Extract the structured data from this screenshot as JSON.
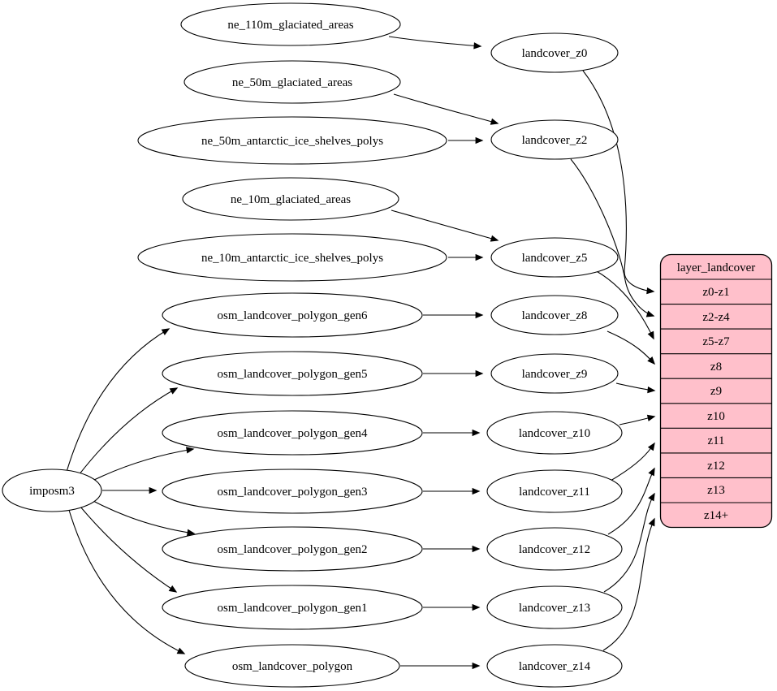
{
  "diagram": {
    "importer": {
      "label": "imposm3"
    },
    "sources": [
      {
        "label": "ne_110m_glaciated_areas"
      },
      {
        "label": "ne_50m_glaciated_areas"
      },
      {
        "label": "ne_50m_antarctic_ice_shelves_polys"
      },
      {
        "label": "ne_10m_glaciated_areas"
      },
      {
        "label": "ne_10m_antarctic_ice_shelves_polys"
      },
      {
        "label": "osm_landcover_polygon_gen6"
      },
      {
        "label": "osm_landcover_polygon_gen5"
      },
      {
        "label": "osm_landcover_polygon_gen4"
      },
      {
        "label": "osm_landcover_polygon_gen3"
      },
      {
        "label": "osm_landcover_polygon_gen2"
      },
      {
        "label": "osm_landcover_polygon_gen1"
      },
      {
        "label": "osm_landcover_polygon"
      }
    ],
    "intermediates": [
      {
        "label": "landcover_z0"
      },
      {
        "label": "landcover_z2"
      },
      {
        "label": "landcover_z5"
      },
      {
        "label": "landcover_z8"
      },
      {
        "label": "landcover_z9"
      },
      {
        "label": "landcover_z10"
      },
      {
        "label": "landcover_z11"
      },
      {
        "label": "landcover_z12"
      },
      {
        "label": "landcover_z13"
      },
      {
        "label": "landcover_z14"
      }
    ],
    "layer_table": {
      "title": "layer_landcover",
      "fill_color": "#ffc0cb",
      "rows": [
        {
          "label": "z0-z1"
        },
        {
          "label": "z2-z4"
        },
        {
          "label": "z5-z7"
        },
        {
          "label": "z8"
        },
        {
          "label": "z9"
        },
        {
          "label": "z10"
        },
        {
          "label": "z11"
        },
        {
          "label": "z12"
        },
        {
          "label": "z13"
        },
        {
          "label": "z14+"
        }
      ]
    },
    "edges": [
      {
        "from": "imposm3",
        "to": "osm_landcover_polygon_gen6"
      },
      {
        "from": "imposm3",
        "to": "osm_landcover_polygon_gen5"
      },
      {
        "from": "imposm3",
        "to": "osm_landcover_polygon_gen4"
      },
      {
        "from": "imposm3",
        "to": "osm_landcover_polygon_gen3"
      },
      {
        "from": "imposm3",
        "to": "osm_landcover_polygon_gen2"
      },
      {
        "from": "imposm3",
        "to": "osm_landcover_polygon_gen1"
      },
      {
        "from": "imposm3",
        "to": "osm_landcover_polygon"
      },
      {
        "from": "ne_110m_glaciated_areas",
        "to": "landcover_z0"
      },
      {
        "from": "ne_50m_glaciated_areas",
        "to": "landcover_z2"
      },
      {
        "from": "ne_50m_antarctic_ice_shelves_polys",
        "to": "landcover_z2"
      },
      {
        "from": "ne_10m_glaciated_areas",
        "to": "landcover_z5"
      },
      {
        "from": "ne_10m_antarctic_ice_shelves_polys",
        "to": "landcover_z5"
      },
      {
        "from": "osm_landcover_polygon_gen6",
        "to": "landcover_z8"
      },
      {
        "from": "osm_landcover_polygon_gen5",
        "to": "landcover_z9"
      },
      {
        "from": "osm_landcover_polygon_gen4",
        "to": "landcover_z10"
      },
      {
        "from": "osm_landcover_polygon_gen3",
        "to": "landcover_z11"
      },
      {
        "from": "osm_landcover_polygon_gen2",
        "to": "landcover_z12"
      },
      {
        "from": "osm_landcover_polygon_gen1",
        "to": "landcover_z13"
      },
      {
        "from": "osm_landcover_polygon",
        "to": "landcover_z14"
      },
      {
        "from": "landcover_z0",
        "to": "layer_landcover:z0-z1"
      },
      {
        "from": "landcover_z2",
        "to": "layer_landcover:z2-z4"
      },
      {
        "from": "landcover_z5",
        "to": "layer_landcover:z5-z7"
      },
      {
        "from": "landcover_z8",
        "to": "layer_landcover:z8"
      },
      {
        "from": "landcover_z9",
        "to": "layer_landcover:z9"
      },
      {
        "from": "landcover_z10",
        "to": "layer_landcover:z10"
      },
      {
        "from": "landcover_z11",
        "to": "layer_landcover:z11"
      },
      {
        "from": "landcover_z12",
        "to": "layer_landcover:z12"
      },
      {
        "from": "landcover_z13",
        "to": "layer_landcover:z13"
      },
      {
        "from": "landcover_z14",
        "to": "layer_landcover:z14+"
      }
    ]
  }
}
